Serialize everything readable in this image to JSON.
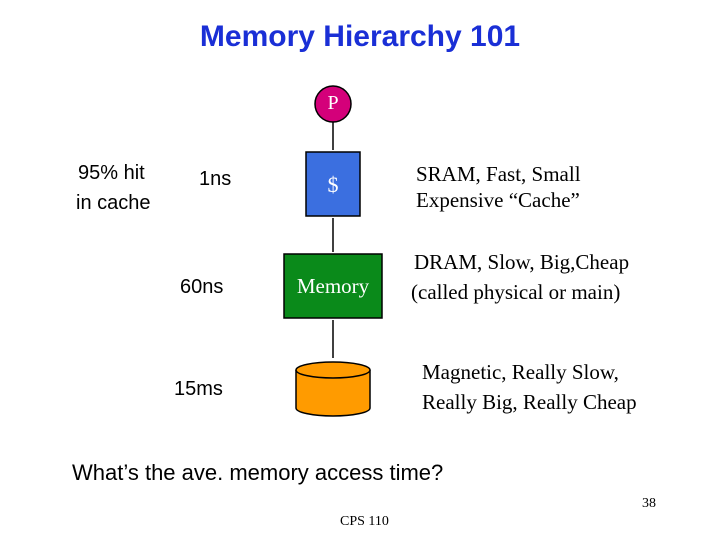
{
  "title": "Memory Hierarchy 101",
  "processor_label": "P",
  "cache_label": "$",
  "memory_label": "Memory",
  "hit_rate_line1": "95% hit",
  "hit_rate_line2": "in cache",
  "latencies": {
    "cache": "1ns",
    "memory": "60ns",
    "disk": "15ms"
  },
  "descriptions": {
    "cache_line1": "SRAM, Fast, Small",
    "cache_line2": "Expensive “Cache”",
    "memory_line1": "DRAM, Slow, Big,Cheap",
    "memory_line2": "(called physical or main)",
    "disk_line1": "Magnetic, Really Slow,",
    "disk_line2": "Really Big, Really Cheap"
  },
  "question": "What’s the ave. memory access time?",
  "slide_number": "38",
  "footer": "CPS 110",
  "colors": {
    "title": "#1a2fd6",
    "processor": "#d4007a",
    "cache": "#3b6fe0",
    "memory": "#0a8a1a",
    "disk": "#ff9b00"
  }
}
